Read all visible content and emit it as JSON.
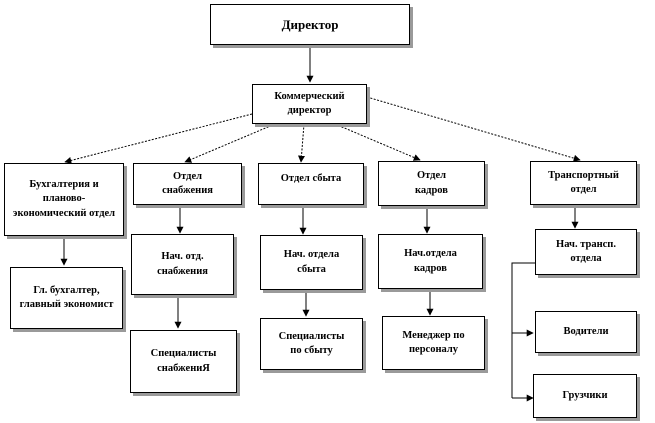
{
  "nodes": {
    "director": "Директор",
    "commercial_director": "Коммерческий директор",
    "accounting_dept": "Бухгалтерия и планово-экономический отдел",
    "chief_accountant": "Гл. бухгалтер, главный экономист",
    "supply_dept": "Отдел снабжения",
    "supply_head": "Нач. отд. снабжения",
    "supply_specialists": "Специалисты снабжениЯ",
    "sales_dept": "Отдел сбыта",
    "sales_head": "Нач. отдела сбыта",
    "sales_specialists": "Специалисты по сбыту",
    "hr_dept": "Отдел кадров",
    "hr_head": "Нач.отдела кадров",
    "hr_manager": "Менеджер по персоналу",
    "transport_dept": "Транспортный отдел",
    "transport_head": "Нач. трансп. отдела",
    "drivers": "Водители",
    "loaders": "Грузчики"
  },
  "colors": {
    "line": "#000000",
    "shadow": "#9a9a9a",
    "background": "#ffffff"
  }
}
